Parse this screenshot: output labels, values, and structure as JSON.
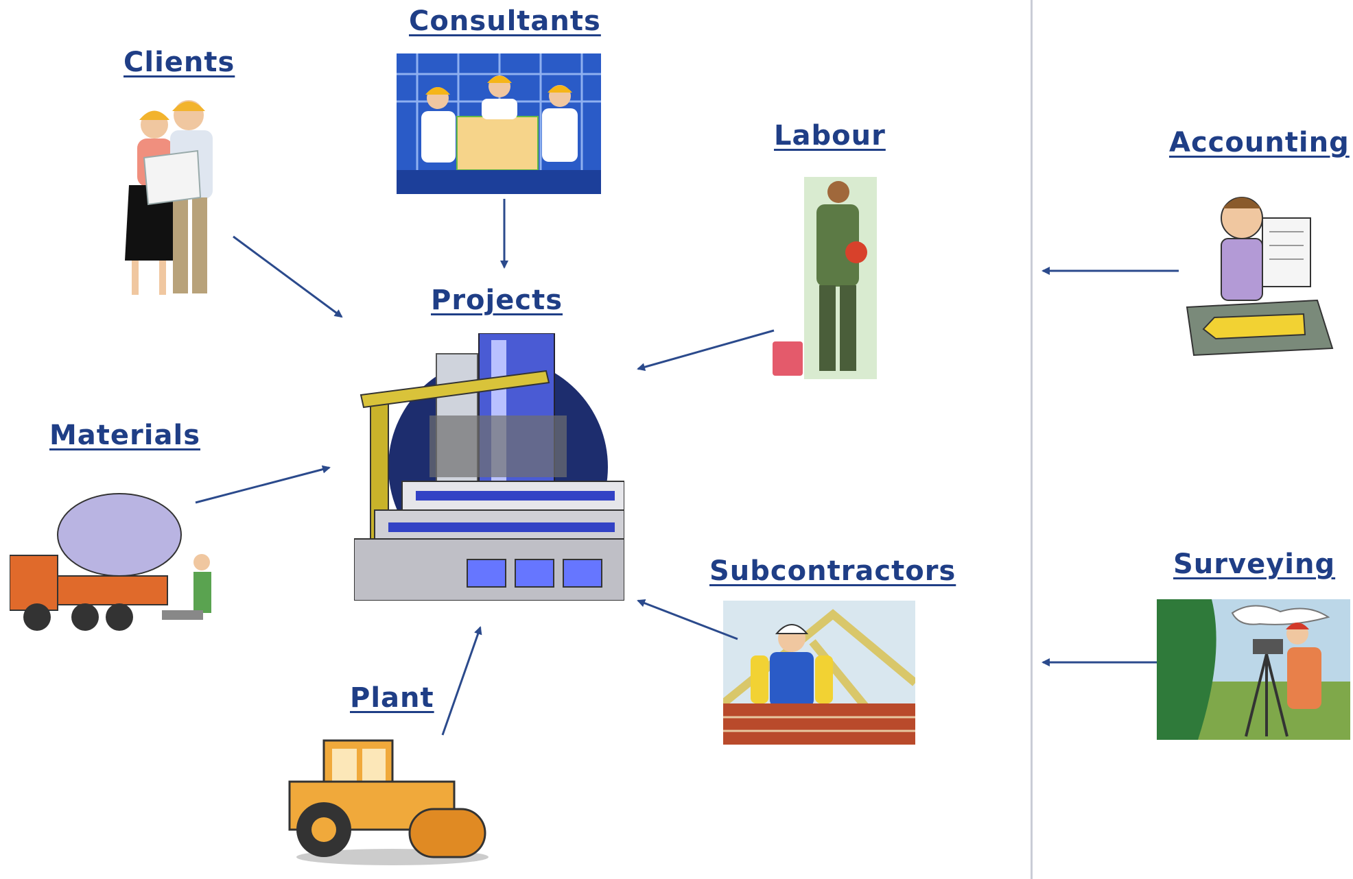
{
  "diagram": {
    "nodes": {
      "clients": {
        "label": "Clients",
        "icon": "clients-icon"
      },
      "consultants": {
        "label": "Consultants",
        "icon": "consultants-icon"
      },
      "labour": {
        "label": "Labour",
        "icon": "labour-icon"
      },
      "projects": {
        "label": "Projects",
        "icon": "projects-icon"
      },
      "materials": {
        "label": "Materials",
        "icon": "materials-icon"
      },
      "subcontractors": {
        "label": "Subcontractors",
        "icon": "subcontractors-icon"
      },
      "plant": {
        "label": "Plant",
        "icon": "plant-icon"
      },
      "accounting": {
        "label": "Accounting",
        "icon": "accounting-icon"
      },
      "surveying": {
        "label": "Surveying",
        "icon": "surveying-icon"
      }
    },
    "edges": [
      {
        "from": "clients",
        "to": "projects"
      },
      {
        "from": "consultants",
        "to": "projects"
      },
      {
        "from": "labour",
        "to": "projects"
      },
      {
        "from": "materials",
        "to": "projects"
      },
      {
        "from": "subcontractors",
        "to": "projects"
      },
      {
        "from": "plant",
        "to": "projects"
      },
      {
        "from": "accounting",
        "to": "divider"
      },
      {
        "from": "surveying",
        "to": "divider"
      }
    ],
    "colors": {
      "label": "#1f3e86",
      "arrow": "#2b4a8c",
      "divider": "#c9ccd6"
    }
  }
}
